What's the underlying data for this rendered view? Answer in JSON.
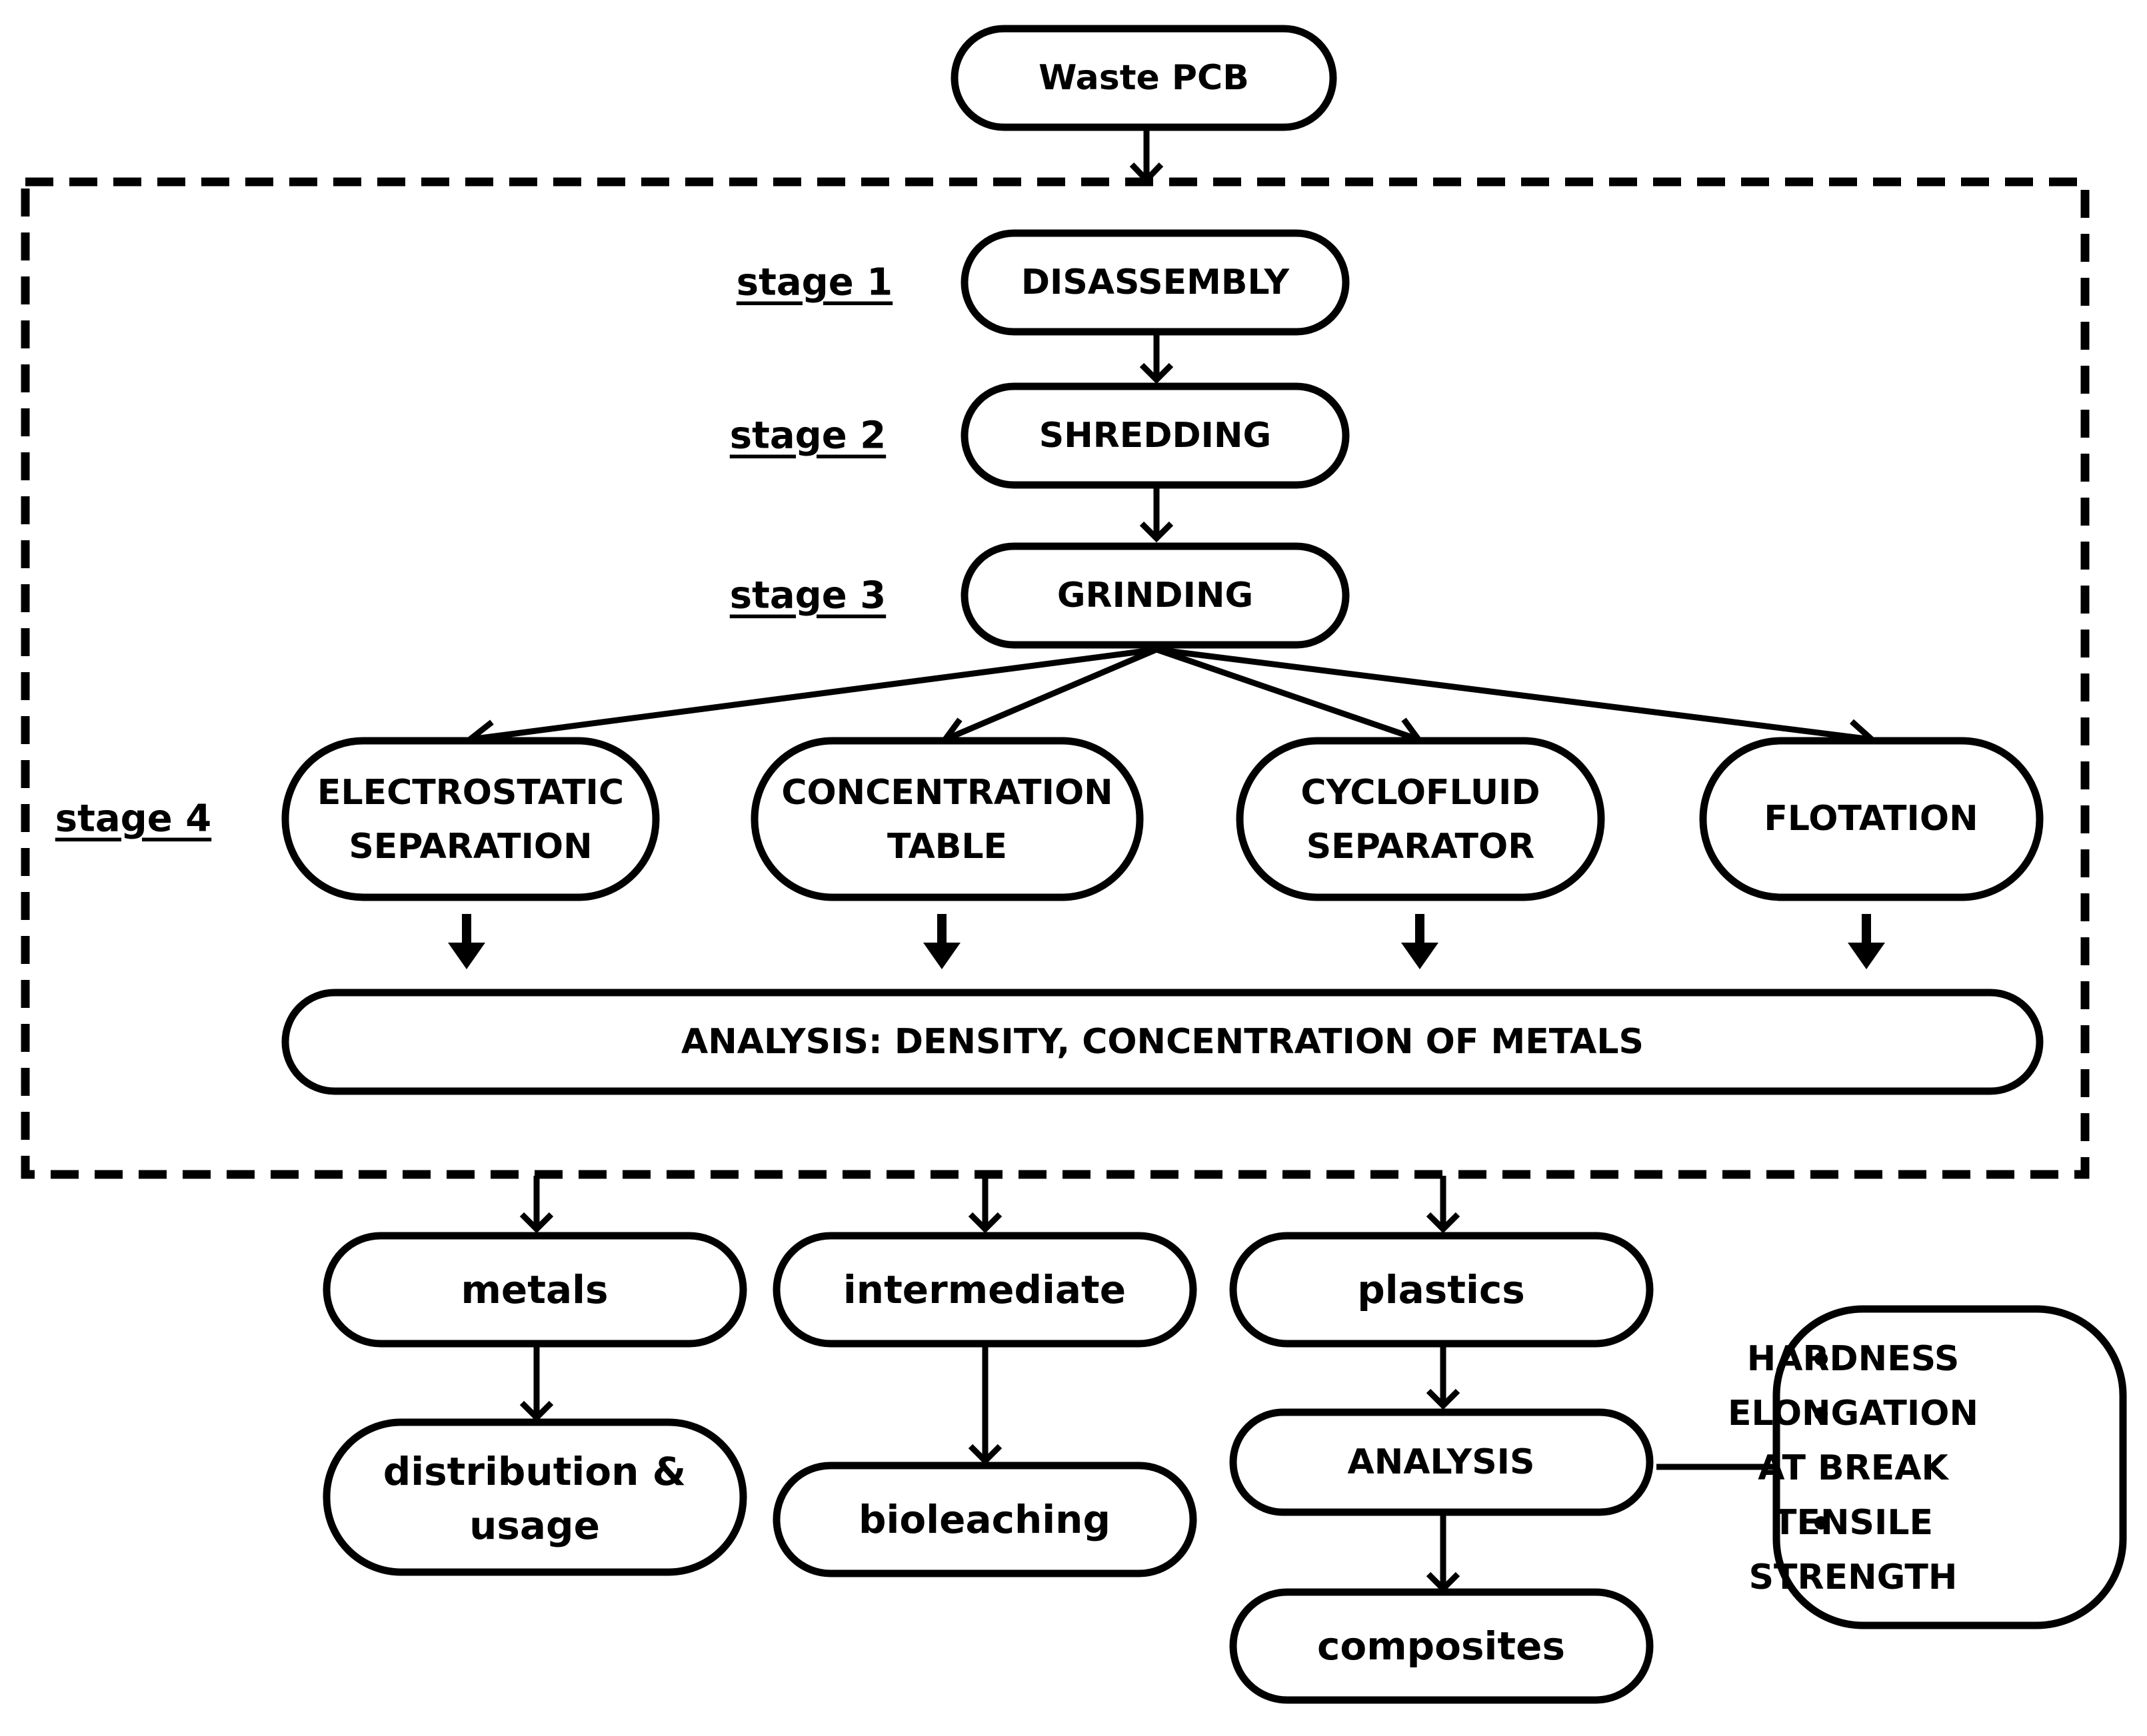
{
  "source": {
    "label": "Waste PCB"
  },
  "stages": {
    "stage1": {
      "label": "stage 1",
      "step": "DISASSEMBLY"
    },
    "stage2": {
      "label": "stage 2",
      "step": "SHREDDING"
    },
    "stage3": {
      "label": "stage 3",
      "step": "GRINDING"
    },
    "stage4": {
      "label": "stage 4",
      "methods": [
        {
          "line1": "ELECTROSTATIC",
          "line2": "SEPARATION"
        },
        {
          "line1": "CONCENTRATION",
          "line2": "TABLE"
        },
        {
          "line1": "CYCLOFLUID",
          "line2": "SEPARATOR"
        },
        {
          "line1": "FLOTATION",
          "line2": ""
        }
      ]
    }
  },
  "analysis_main": "ANALYSIS: DENSITY, CONCENTRATION OF METALS",
  "outputs": {
    "metals": {
      "label": "metals",
      "next_line1": "distribution &",
      "next_line2": "usage"
    },
    "intermediate": {
      "label": "intermediate",
      "next": "bioleaching"
    },
    "plastics": {
      "label": "plastics",
      "analysis": "ANALYSIS",
      "next": "composites"
    }
  },
  "properties": {
    "items": [
      {
        "line1": "HARDNESS",
        "line2": ""
      },
      {
        "line1": "ELONGATION",
        "line2": "AT BREAK"
      },
      {
        "line1": "TENSILE",
        "line2": "STRENGTH"
      }
    ]
  },
  "colors": {
    "stroke": "#000000",
    "fill": "#ffffff",
    "text": "#000000"
  }
}
